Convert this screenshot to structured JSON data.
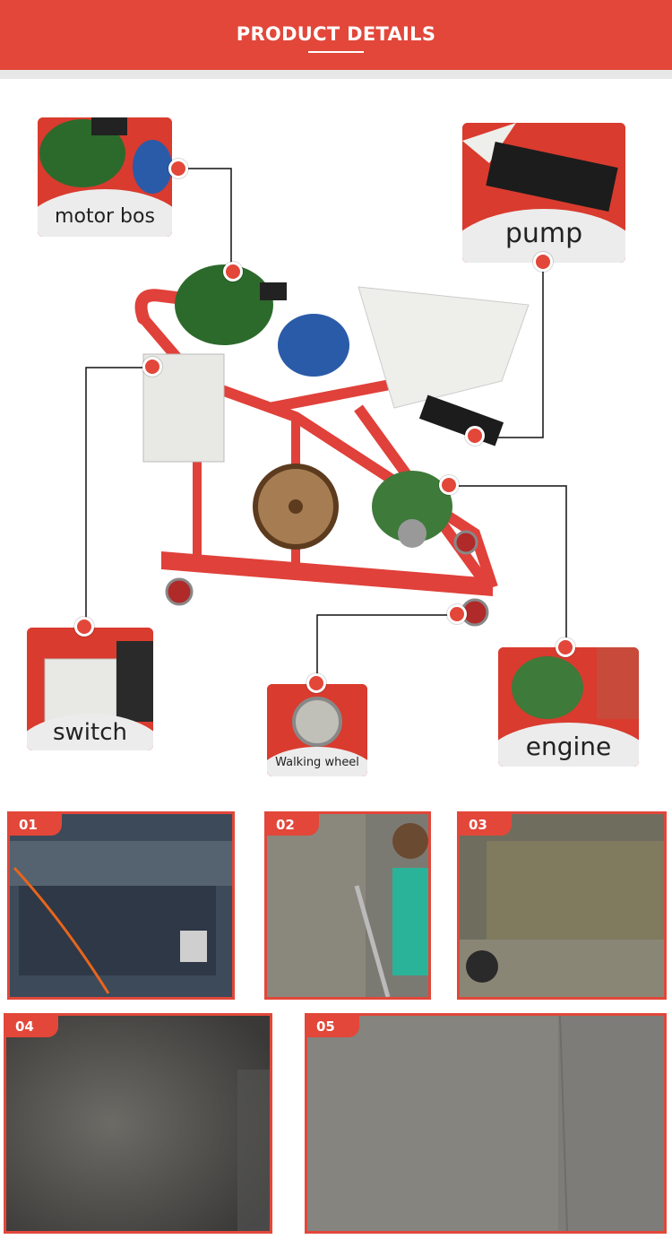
{
  "header": {
    "title": "PRODUCT DETAILS"
  },
  "colors": {
    "accent": "#e2473a",
    "caption_bg": "#ececec",
    "frame_red": "#d93b2e"
  },
  "callouts": [
    {
      "label": "motor bos"
    },
    {
      "label": "pump"
    },
    {
      "label": "switch"
    },
    {
      "label": "Walking wheel"
    },
    {
      "label": "engine"
    }
  ],
  "steps": [
    {
      "number": "01"
    },
    {
      "number": "02"
    },
    {
      "number": "03"
    },
    {
      "number": "04"
    },
    {
      "number": "05"
    }
  ]
}
